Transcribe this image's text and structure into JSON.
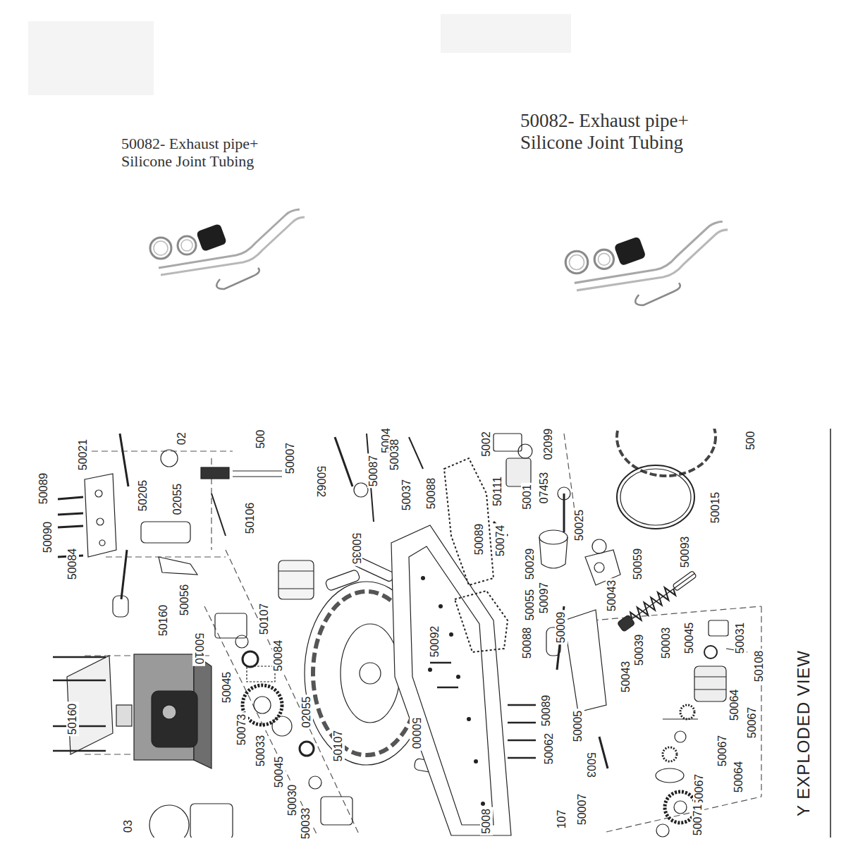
{
  "diagram": {
    "labels": [
      "50082- Exhaust pipe+ Silicone Joint Tubing",
      "50082- Exhaust pipe+ Silicone Joint Tubing",
      "50021",
      "50089",
      "50090",
      "50084",
      "02",
      "50205",
      "02055",
      "500",
      "50007",
      "50106",
      "50062",
      "50056",
      "50160",
      "50010",
      "50107",
      "50084",
      "50045",
      "50073",
      "02055",
      "50033",
      "50107",
      "50045",
      "50030",
      "50033",
      "50160",
      "03",
      "50035",
      "5004",
      "50038",
      "50087",
      "50037",
      "50088",
      "5002",
      "50111",
      "5001",
      "07453",
      "02099",
      "50089",
      "50074",
      "50025",
      "50029",
      "50097",
      "50055",
      "50009",
      "50088",
      "50092",
      "50000",
      "50089",
      "50062",
      "50005",
      "5003",
      "107",
      "50007",
      "5008",
      "50015",
      "50093",
      "50059",
      "50043",
      "50039",
      "50003",
      "50045",
      "50031",
      "50108",
      "50043",
      "50064",
      "50067",
      "50067",
      "50064",
      "50067",
      "50071",
      "500",
      "Y EXPLODED VIEW"
    ]
  }
}
